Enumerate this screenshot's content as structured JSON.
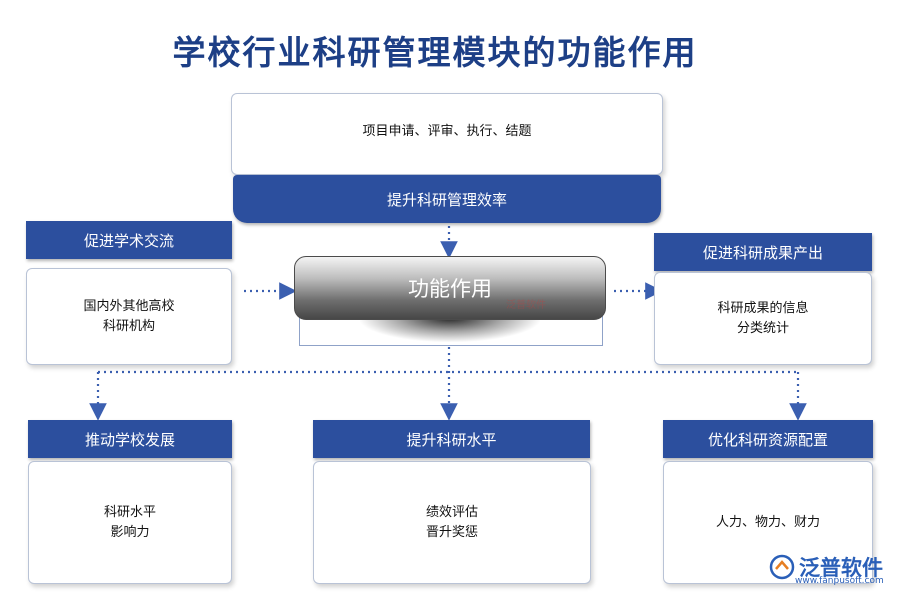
{
  "title": "学校行业科研管理模块的功能作用",
  "center": {
    "label": "功能作用",
    "watermark": "泛普软件"
  },
  "top": {
    "content": "项目申请、评审、执行、结题",
    "header": "提升科研管理效率"
  },
  "left": {
    "header": "促进学术交流",
    "lines": [
      "国内外其他高校",
      "科研机构"
    ]
  },
  "right": {
    "header": "促进科研成果产出",
    "lines": [
      "科研成果的信息",
      "分类统计"
    ]
  },
  "bottom": [
    {
      "header": "推动学校发展",
      "lines": [
        "科研水平",
        "影响力"
      ]
    },
    {
      "header": "提升科研水平",
      "lines": [
        "绩效评估",
        "晋升奖惩"
      ]
    },
    {
      "header": "优化科研资源配置",
      "lines": [
        "人力、物力、财力"
      ]
    }
  ],
  "brand": {
    "name": "泛普软件",
    "url": "www.fanpusoft.com"
  },
  "colors": {
    "header_bg": "#2c4f9e",
    "title": "#1d3f86",
    "connector": "#3b5fb0"
  }
}
